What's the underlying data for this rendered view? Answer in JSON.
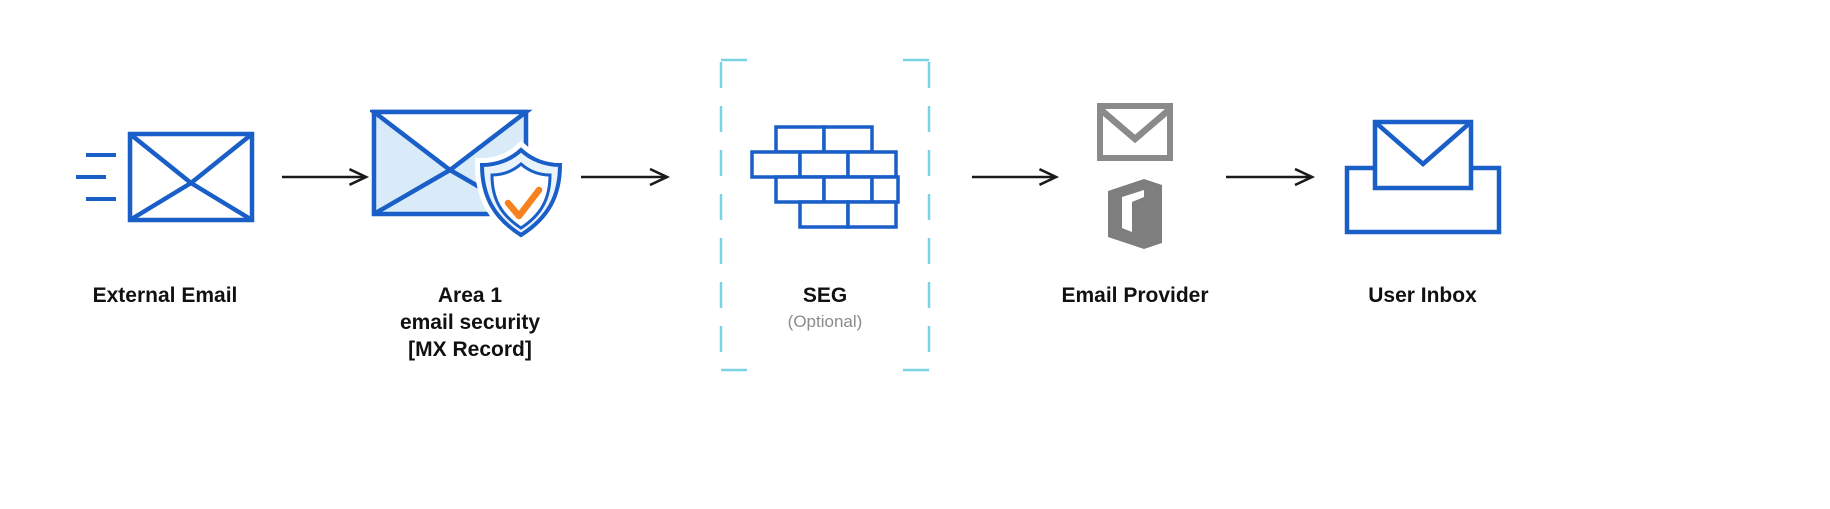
{
  "diagram": {
    "nodes": [
      {
        "id": "external-email",
        "label": "External Email",
        "icon": "envelope-speed-lines-icon"
      },
      {
        "id": "area1-email-security",
        "label_lines": [
          "Area 1",
          "email security",
          "[MX Record]"
        ],
        "icon": "envelope-shield-check-icon"
      },
      {
        "id": "seg",
        "label": "SEG",
        "sublabel": "(Optional)",
        "icon": "firewall-brick-wall-icon",
        "style": "dashed-optional-boundary"
      },
      {
        "id": "email-provider",
        "label": "Email Provider",
        "icon": "gmail-icon+office-icon"
      },
      {
        "id": "user-inbox",
        "label": "User Inbox",
        "icon": "inbox-tray-envelope-icon"
      }
    ],
    "connectors": {
      "type": "arrow-right",
      "count": 4
    }
  },
  "colors": {
    "primary_blue": "#1A5FC8",
    "light_blue_fill": "#D9EBF8",
    "shield_fill": "#E8F3FB",
    "accent_orange": "#F6821F",
    "provider_gray": "#8A8A8A",
    "provider_gray_dark": "#7E7E7E",
    "dashed_teal": "#7BD4E3",
    "arrow_black": "#1A1A1A",
    "text_dark": "#111111",
    "muted_gray": "#8B8B8B"
  }
}
